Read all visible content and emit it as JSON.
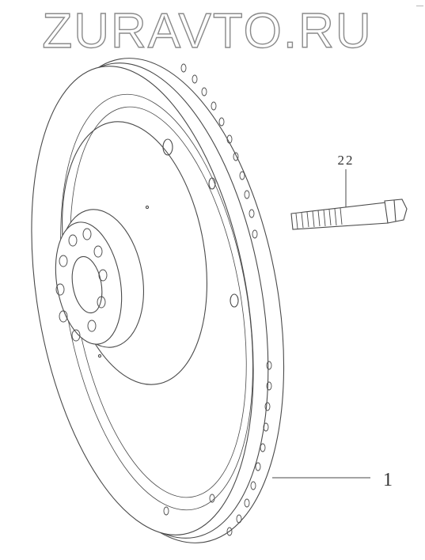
{
  "watermark": {
    "text": "ZURAVTO.RU"
  },
  "corner_mark": "—",
  "callouts": [
    {
      "label": "22",
      "part": "bolt"
    },
    {
      "label": "1",
      "part": "flywheel"
    }
  ],
  "colors": {
    "line": "#4a4a4a",
    "watermark": "#8a8a8a",
    "background": "#ffffff"
  }
}
